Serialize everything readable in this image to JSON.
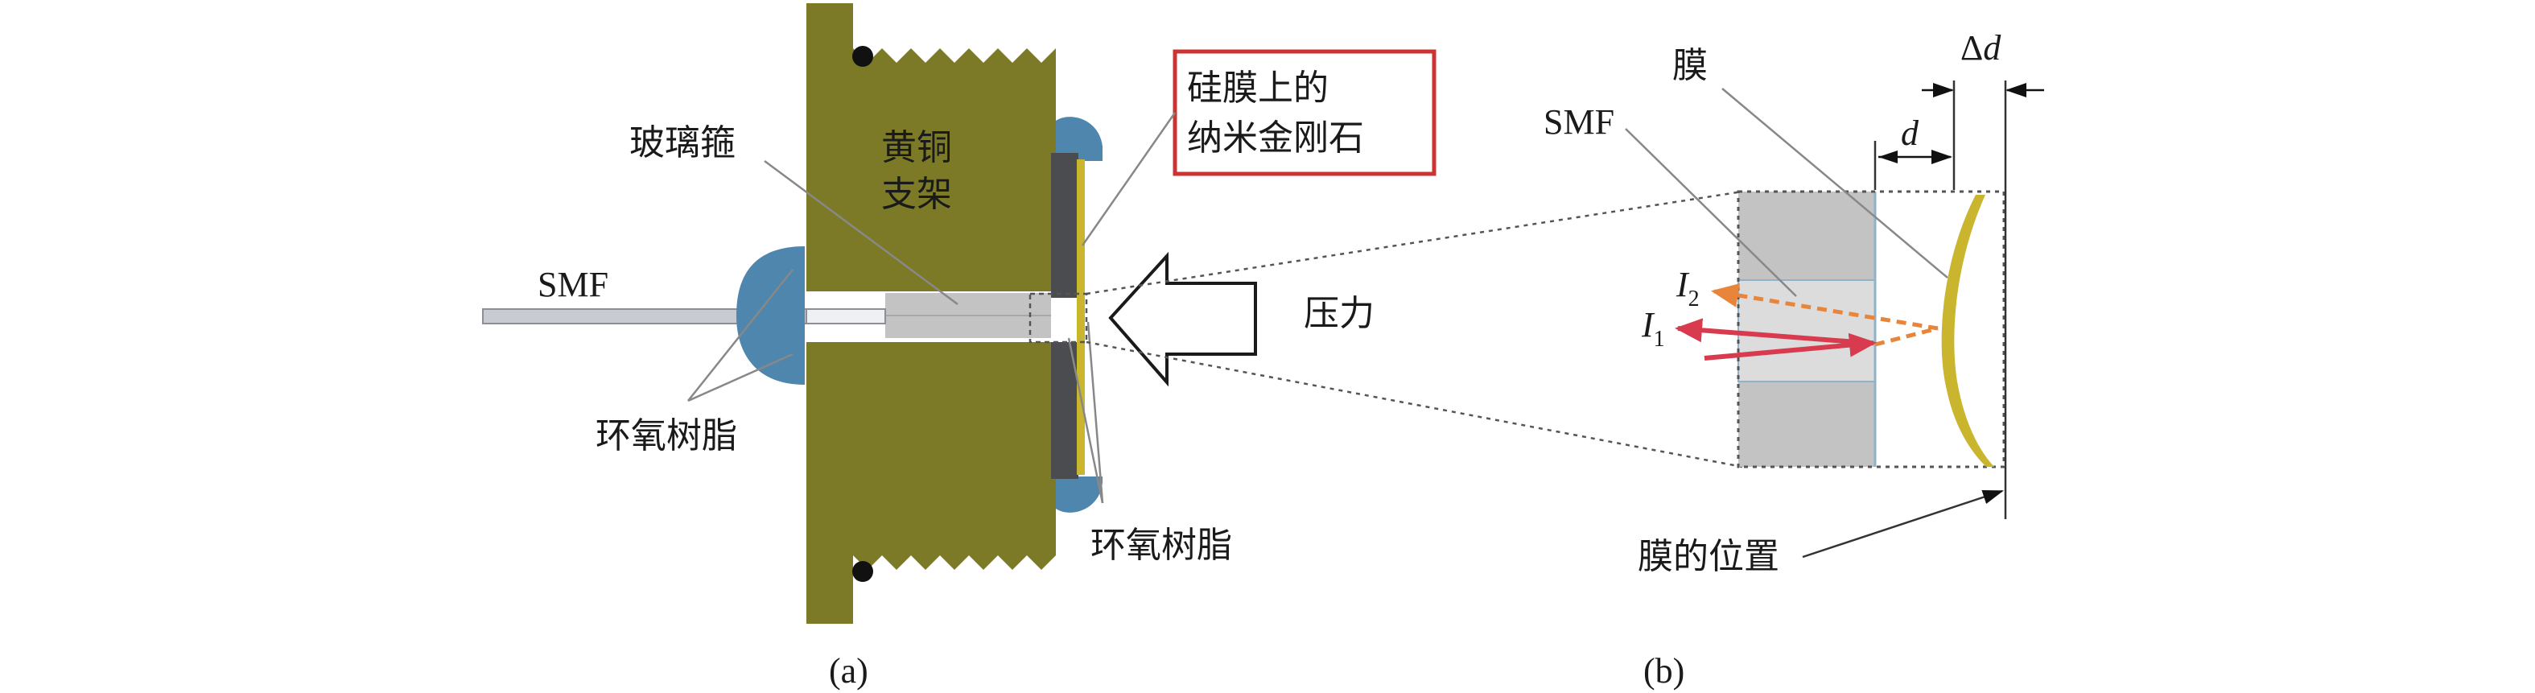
{
  "diagram": {
    "panel_a": {
      "caption": "(a)",
      "smf": "SMF",
      "glass_ferrule": "玻璃箍",
      "brass_holder_line1": "黄铜",
      "brass_holder_line2": "支架",
      "nanodiamond_line1": "硅膜上的",
      "nanodiamond_line2": "纳米金刚石",
      "pressure": "压力",
      "epoxy_left": "环氧树脂",
      "epoxy_right": "环氧树脂"
    },
    "panel_b": {
      "caption": "(b)",
      "membrane": "膜",
      "smf": "SMF",
      "gap": "d",
      "delta": "Δ",
      "delta_var": "d",
      "i2": "I",
      "i2_sub": "2",
      "i1": "I",
      "i1_sub": "1",
      "membrane_position": "膜的位置"
    },
    "colors": {
      "brass": "#7c7a26",
      "brass_dark": "#5f5d1c",
      "epoxy": "#4f86ad",
      "membrane": "#c9b52e",
      "frame_box": "#cc3333",
      "arrow_i1": "#d83a4e",
      "arrow_i2": "#e8853a",
      "fiber_gray": "#c3c3c3"
    }
  }
}
